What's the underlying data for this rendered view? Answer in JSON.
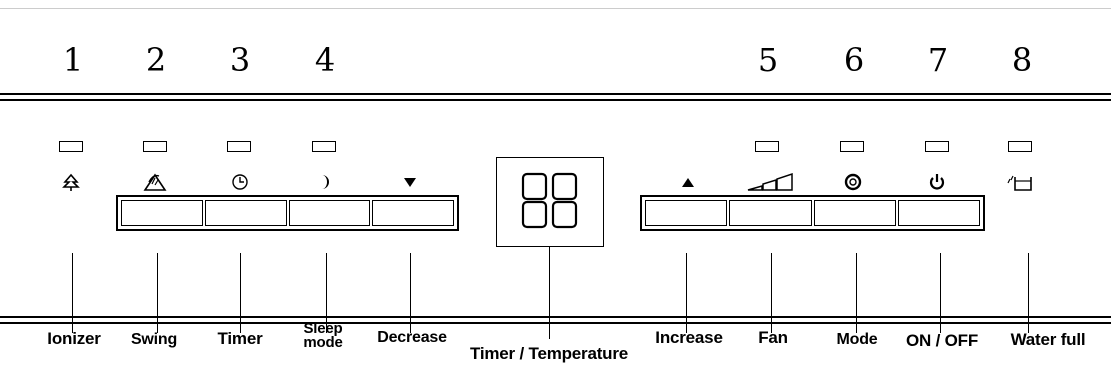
{
  "numbers": [
    "1",
    "2",
    "3",
    "4",
    "5",
    "6",
    "7",
    "8"
  ],
  "buttons": [
    {
      "name": "ionizer",
      "label": "Ionizer",
      "icon": "ionizer-icon"
    },
    {
      "name": "swing",
      "label": "Swing",
      "icon": "swing-icon"
    },
    {
      "name": "timer",
      "label": "Timer",
      "icon": "clock-icon"
    },
    {
      "name": "sleep",
      "label": "Sleep mode",
      "label_lines": [
        "Sleep",
        "mode"
      ],
      "icon": "moon-icon"
    },
    {
      "name": "decrease",
      "label": "Decrease",
      "icon": "triangle-down-icon"
    },
    {
      "name": "display",
      "label": "Timer / Temperature",
      "icon": "seven-segment-display-icon"
    },
    {
      "name": "increase",
      "label": "Increase",
      "icon": "triangle-up-icon"
    },
    {
      "name": "fan",
      "label": "Fan",
      "icon": "fan-speed-bars-icon"
    },
    {
      "name": "mode",
      "label": "Mode",
      "icon": "mode-icon"
    },
    {
      "name": "power",
      "label": "ON / OFF",
      "icon": "power-icon"
    },
    {
      "name": "water-full",
      "label": "Water full",
      "icon": "water-tank-icon"
    }
  ]
}
